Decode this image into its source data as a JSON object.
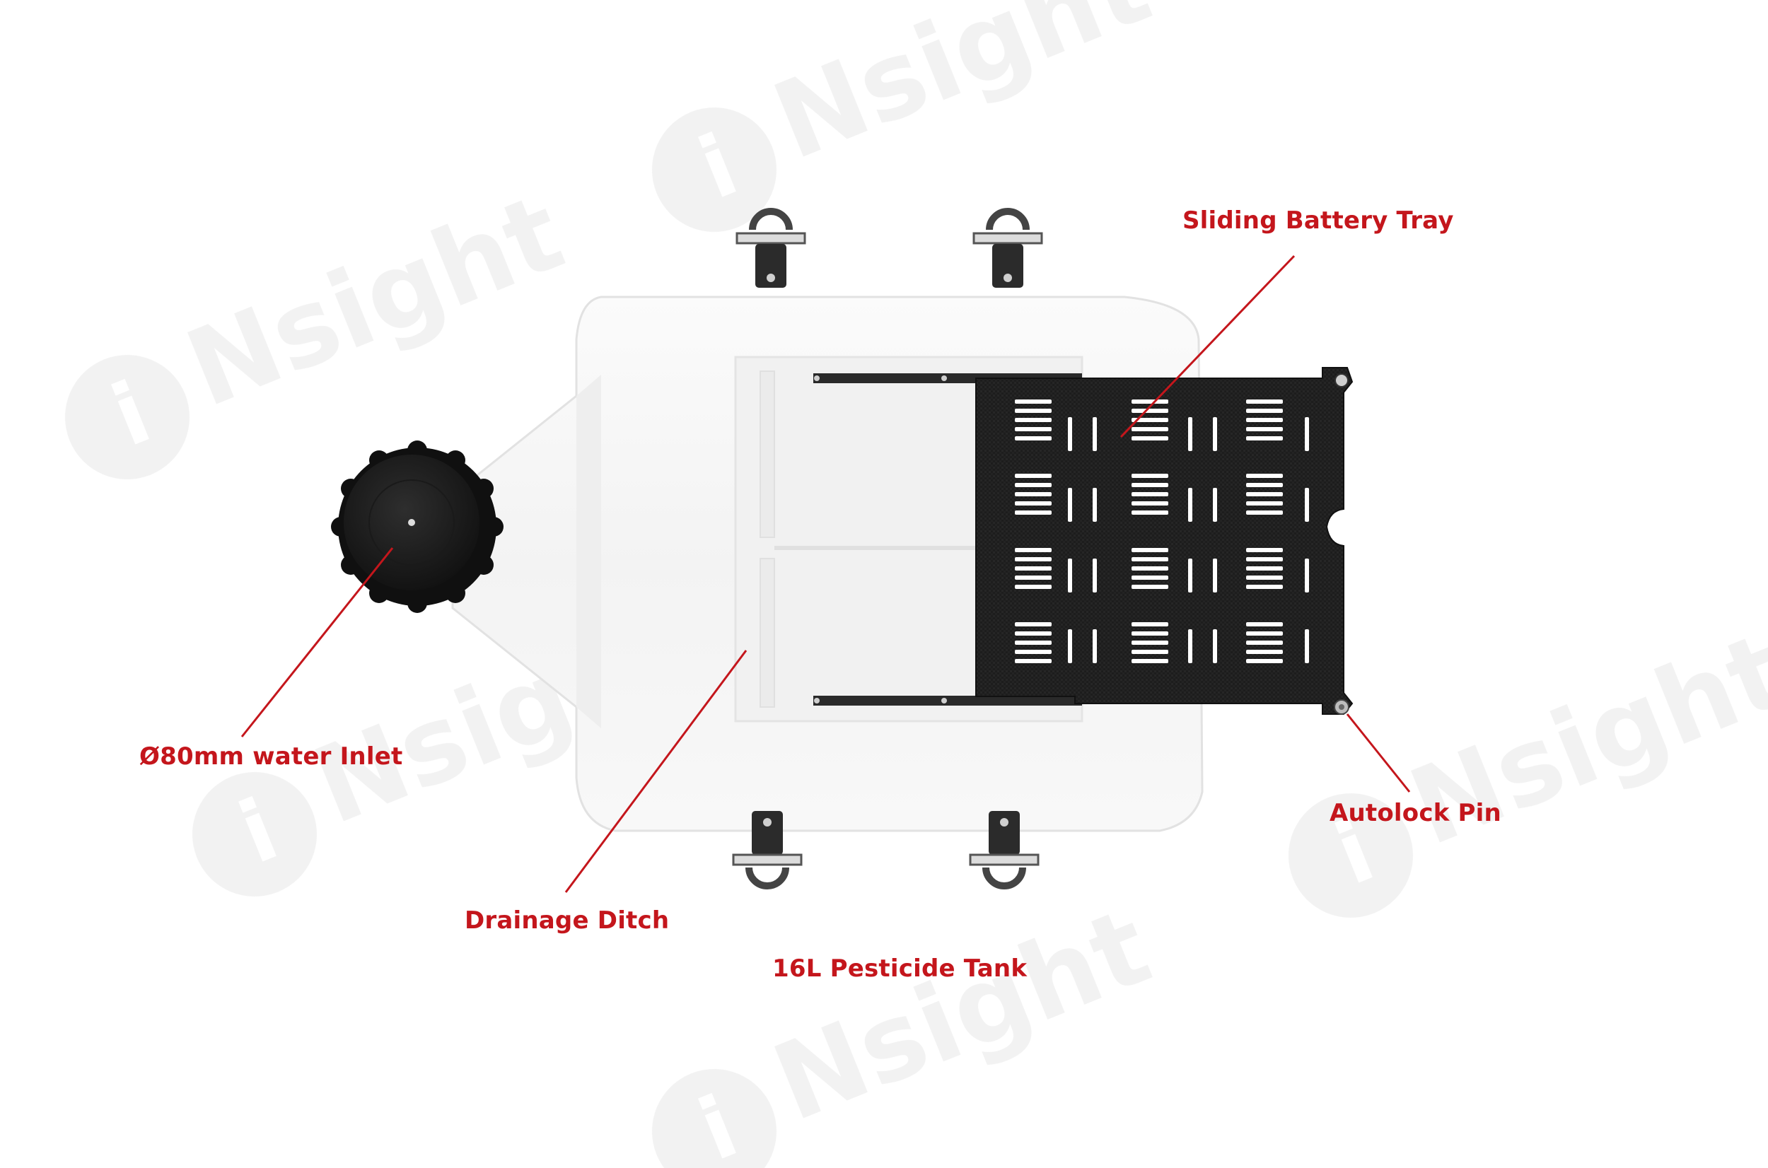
{
  "watermark": {
    "brand_text": "Nsight",
    "brand_initial": "i"
  },
  "labels": {
    "sliding_battery_tray": "Sliding Battery Tray",
    "water_inlet": "Ø80mm water Inlet",
    "autolock_pin": "Autolock Pin",
    "drainage_ditch": "Drainage Ditch",
    "tank_name": "16L Pesticide Tank"
  },
  "colors": {
    "callout": "#c4161c",
    "tank_body": "#f7f7f7",
    "tray": "#1c1c1c",
    "cap": "#1a1a1a"
  }
}
